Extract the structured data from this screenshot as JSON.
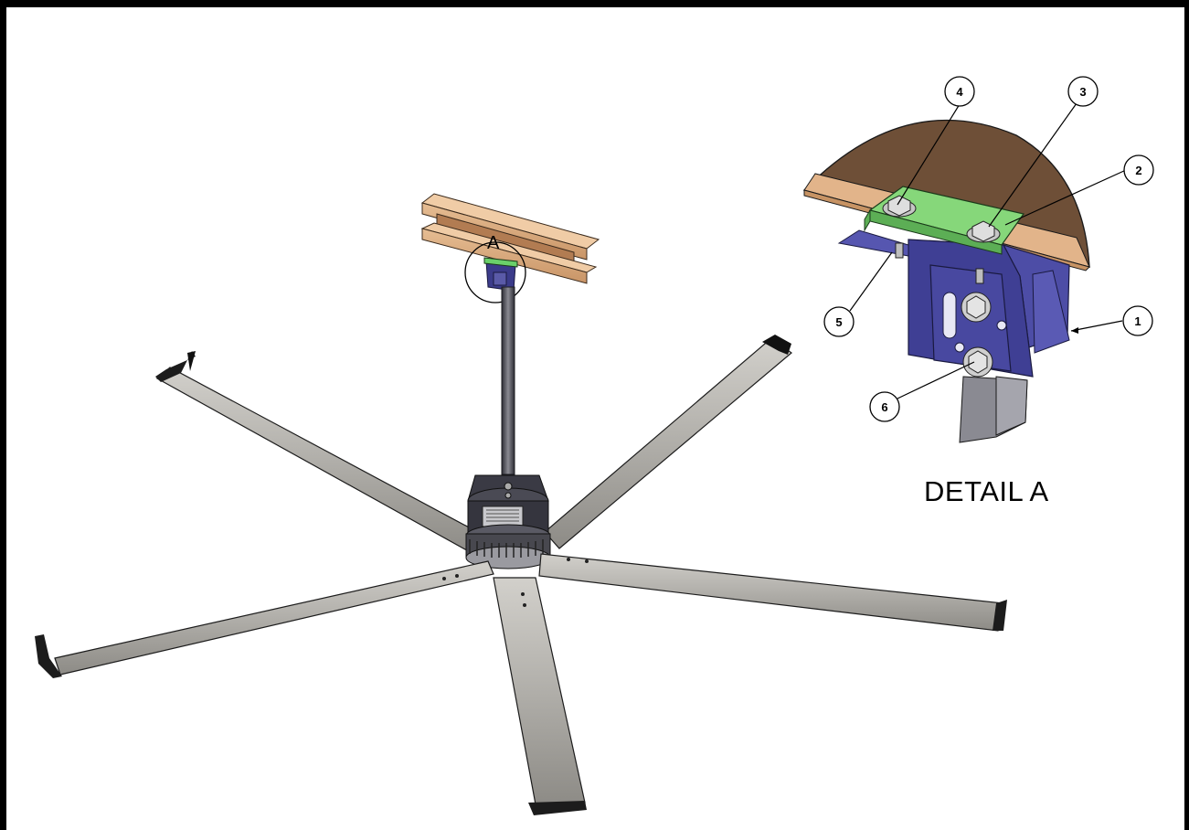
{
  "detail": {
    "title": "DETAIL A",
    "marker_label": "A"
  },
  "balloons": [
    "1",
    "2",
    "3",
    "4",
    "5",
    "6"
  ],
  "colors": {
    "border": "#000000",
    "blade": "#b5b3ae",
    "beam": "#d8a97c",
    "beam_dark": "#6b4b33",
    "clamp_plate": "#86d77a",
    "bracket": "#4a4a9c",
    "motor": "#3c3c46",
    "downrod": "#5a5a62"
  },
  "icons": [
    "ceiling-fan-assembly",
    "i-beam",
    "beam-clamp",
    "mounting-bracket",
    "bolt",
    "nut"
  ]
}
